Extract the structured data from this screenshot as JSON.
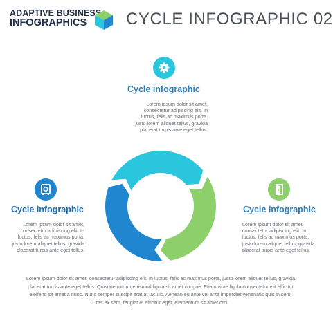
{
  "header": {
    "brand_line1": "ADAPTIVE BUSINESS",
    "brand_line2": "INFOGRAPHICS",
    "title": "CYCLE INFOGRAPHIC 02",
    "logo_icon": "cube-logo-icon"
  },
  "colors": {
    "cyan": "#29c6dd",
    "blue": "#1f86cf",
    "green": "#8ccf6b",
    "text_dark": "#1d2f46",
    "text_gray": "#6a6f75"
  },
  "nodes": [
    {
      "id": "top",
      "heading": "Cycle infographic",
      "icon": "gear-icon",
      "color": "#29c6dd",
      "heading_color": "#2d7fbf",
      "lines": [
        "Lorem ipsum dolor sit amet,",
        "consectetur adipiscing elit. In",
        "luctus, felis ac maximus porta,",
        "justo lorem aliquet tellus, gravida",
        "placerat turpis ante eget tellus."
      ]
    },
    {
      "id": "left",
      "heading": "Cycle infographic",
      "icon": "safe-icon",
      "color": "#1f86cf",
      "heading_color": "#1f6fb8",
      "lines": [
        "Lorem ipsum dolor sit amet,",
        "consectetur adipiscing elit. In",
        "luctus, felis ac maximus porta,",
        "justo lorem aliquet tellus, gravida",
        "placerat turpis ante eget tellus."
      ]
    },
    {
      "id": "right",
      "heading": "Cycle infographic",
      "icon": "door-exit-icon",
      "color": "#8ccf6b",
      "heading_color": "#2d7fbf",
      "lines": [
        "Lorem ipsum dolor sit amet,",
        "consectetur adipiscing elit. In",
        "luctus, felis ac maximus porta,",
        "justo lorem aliquet tellus, gravida",
        "placerat turpis ante eget tellus."
      ]
    }
  ],
  "footer": {
    "lines": [
      "Lorem ipsum dolor sit amet, consectetur adipiscing elit. In luctus, felis ac maximus porta, justo lorem aliquet tellus, gravida",
      "placerat turpis ante eget tellus. Quisque rutrum euismod ligula sit amet congue. Etiam vitae ligula consectetur elit efficitur",
      "eleifend sit amet a nunc. Nunc semper suscipit erat at iaculis. Aenean eu ante vel ante imperdiet venenatis quis in sem.",
      "Cras ex sem, feugiat et efficitur eget, elementum sit amet orci."
    ]
  }
}
